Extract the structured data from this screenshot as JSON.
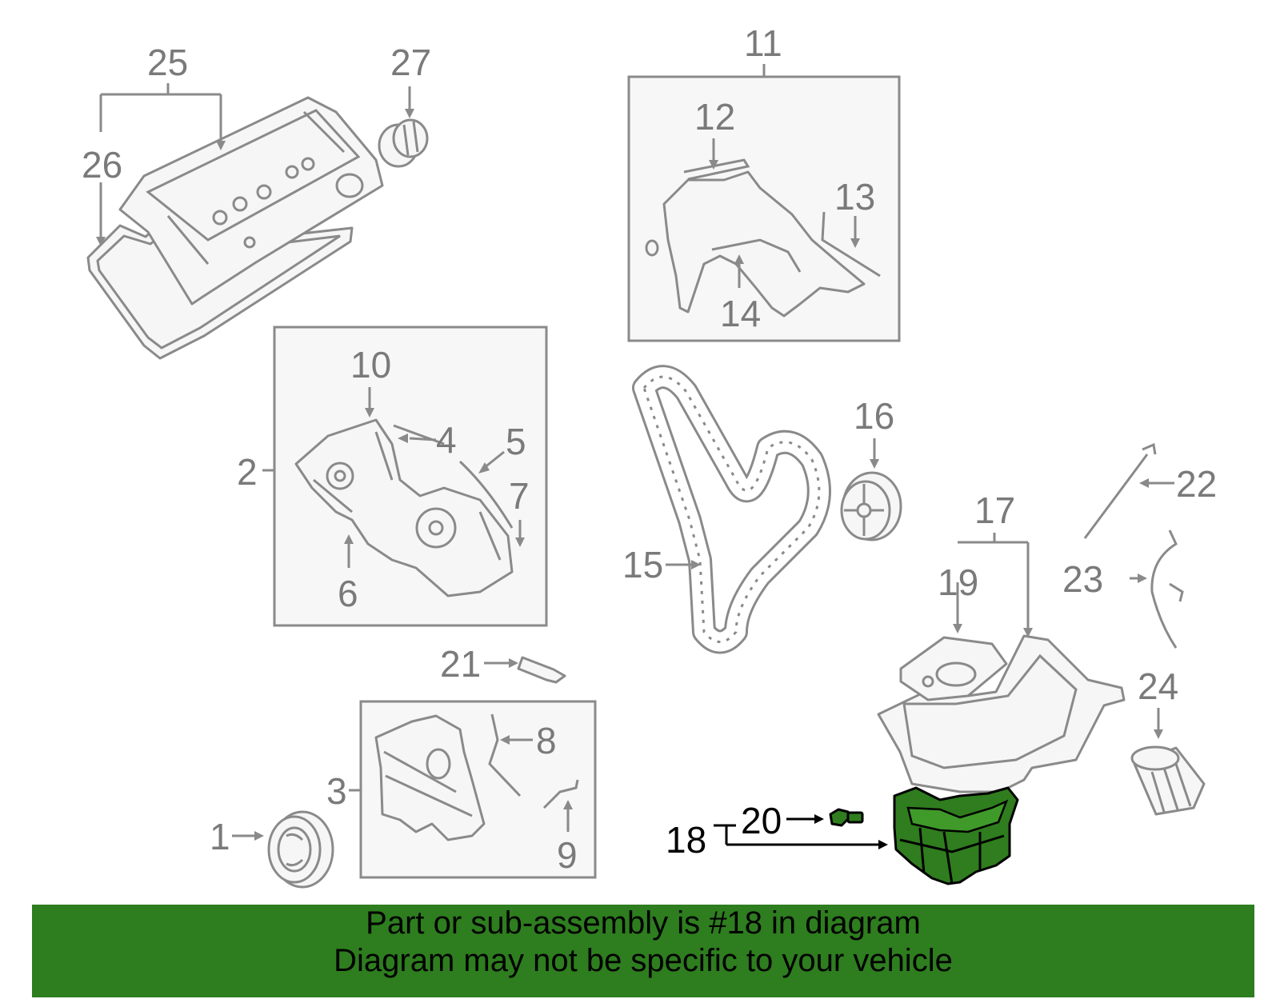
{
  "colors": {
    "highlight_fill": "#2f7d1e",
    "banner_bg": "#2e7d1f",
    "part_outline": "#8a8a8a",
    "callout_text": "#7a7a7a"
  },
  "callouts": {
    "n1": "1",
    "n2": "2",
    "n3": "3",
    "n4": "4",
    "n5": "5",
    "n6": "6",
    "n7": "7",
    "n8": "8",
    "n9": "9",
    "n10": "10",
    "n11": "11",
    "n12": "12",
    "n13": "13",
    "n14": "14",
    "n15": "15",
    "n16": "16",
    "n17": "17",
    "n18": "18",
    "n19": "19",
    "n20": "20",
    "n21": "21",
    "n22": "22",
    "n23": "23",
    "n24": "24",
    "n25": "25",
    "n26": "26",
    "n27": "27"
  },
  "highlighted_part": "18",
  "banner": {
    "line1": "Part or sub-assembly is #18 in diagram",
    "line2": "Diagram may not be specific to your vehicle"
  }
}
